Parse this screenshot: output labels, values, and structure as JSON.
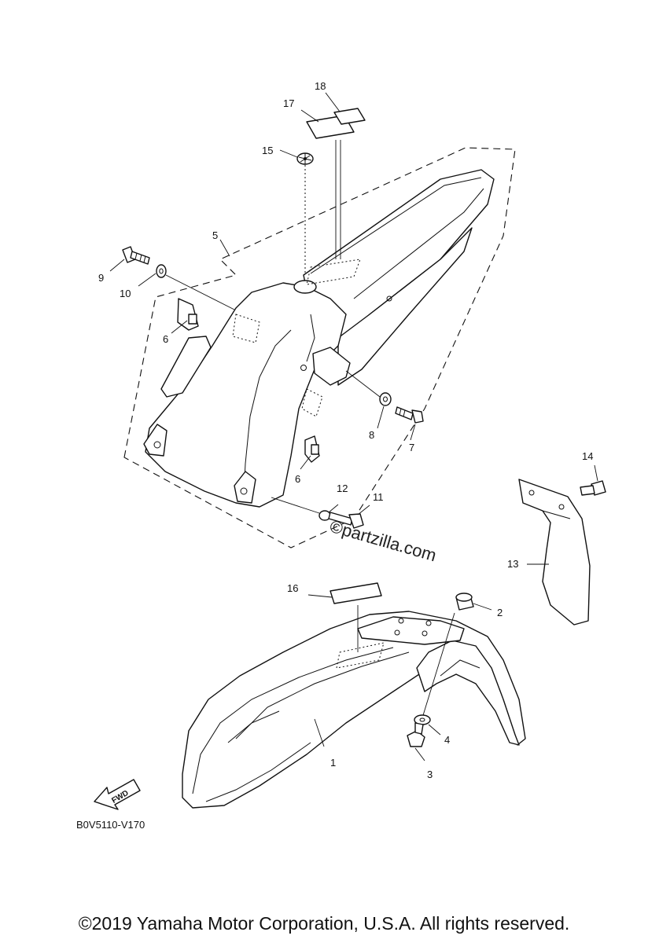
{
  "diagram": {
    "callouts": [
      "1",
      "2",
      "3",
      "4",
      "5",
      "6",
      "6",
      "7",
      "8",
      "9",
      "10",
      "11",
      "12",
      "13",
      "14",
      "15",
      "16",
      "17",
      "18"
    ],
    "watermark": "©partzilla.com",
    "fwd_label": "FWD",
    "diagram_code": "B0V5110-V170"
  },
  "footer": {
    "copyright": "©2019  Yamaha Motor Corporation, U.S.A. All rights reserved."
  }
}
